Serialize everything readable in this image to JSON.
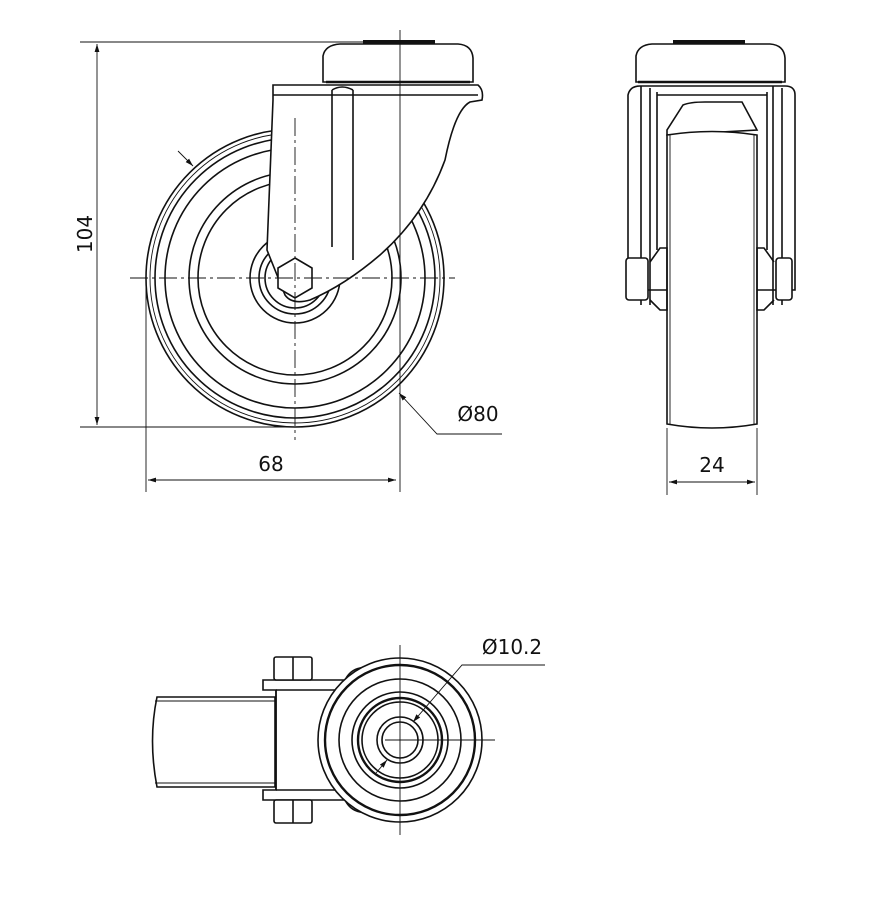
{
  "drawing": {
    "title": "Swivel castor technical drawing",
    "dimensions": {
      "height": "104",
      "width_side": "68",
      "wheel_diameter": "Ø80",
      "wheel_width": "24",
      "bolt_hole_diameter": "Ø10.2"
    },
    "line_color": "#111111",
    "background_color": "#ffffff"
  }
}
